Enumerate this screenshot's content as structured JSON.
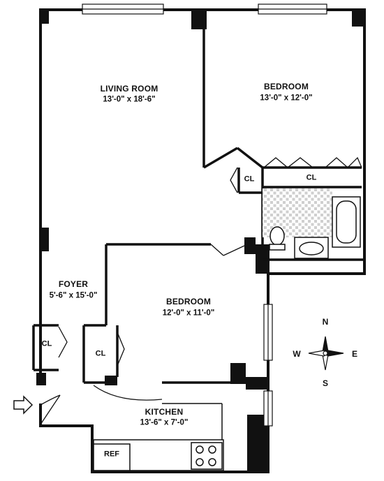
{
  "plan": {
    "rooms": [
      {
        "name": "LIVING ROOM",
        "dims": "13'-0\" x 18'-6\""
      },
      {
        "name": "BEDROOM",
        "dims": "13'-0\" x 12'-0\""
      },
      {
        "name": "FOYER",
        "dims": "5'-6\" x 15'-0\""
      },
      {
        "name": "BEDROOM",
        "dims": "12'-0\" x 11'-0\""
      },
      {
        "name": "KITCHEN",
        "dims": "13'-6\" x 7'-0\""
      }
    ],
    "closets": [
      "CL",
      "CL",
      "CL",
      "CL"
    ],
    "appliances": {
      "refrigerator": "REF"
    },
    "compass": {
      "north": "N",
      "south": "S",
      "east": "E",
      "west": "W"
    }
  }
}
